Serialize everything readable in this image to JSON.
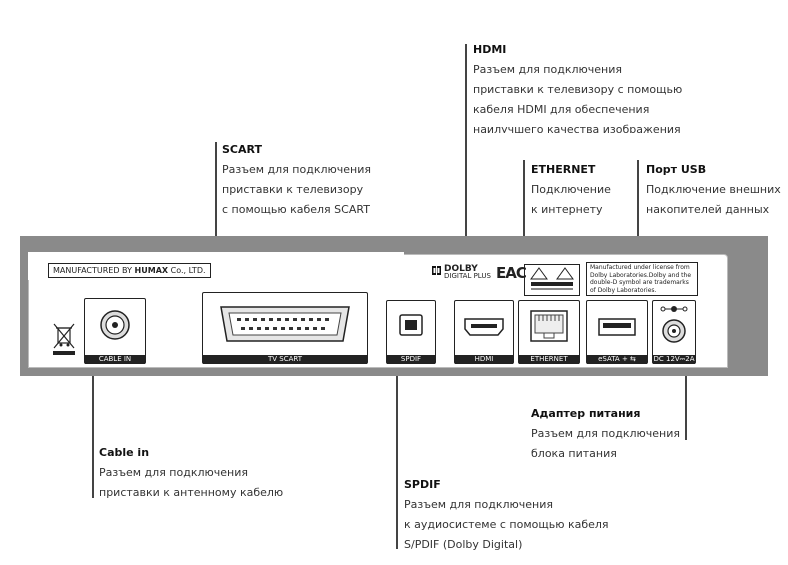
{
  "labels": {
    "hdmi": {
      "title": "HDMI",
      "lines": [
        "Разъем для подключения",
        "приставки к телевизору с помощью",
        "кабеля HDMI для обеспечения",
        "наилучшего качества изображения"
      ]
    },
    "scart": {
      "title": "SCART",
      "lines": [
        "Разъем для подключения",
        "приставки к телевизору",
        "с помощью кабеля SCART"
      ]
    },
    "ethernet": {
      "title": "ETHERNET",
      "lines": [
        "Подключение",
        "к интернету"
      ]
    },
    "usb": {
      "title": "Порт USB",
      "lines": [
        "Подключение внешних",
        "накопителей данных"
      ]
    },
    "power": {
      "title": "Адаптер питания",
      "lines": [
        "Разъем для подключения",
        "блока питания"
      ]
    },
    "cablein": {
      "title": "Cable in",
      "lines": [
        "Разъем для подключения",
        "приставки к антенному кабелю"
      ]
    },
    "spdif": {
      "title": "SPDIF",
      "lines": [
        "Разъем для подключения",
        "к аудиосистеме с помощью кабеля",
        "S/PDIF (Dolby Digital)"
      ]
    }
  },
  "panel": {
    "manufacturer_prefix": "MANUFACTURED BY",
    "brand": "HUMAX",
    "brand_suffix": "Co., LTD.",
    "dolby_main": "DOLBY",
    "dolby_sub": "DIGITAL PLUS",
    "eac": "EAC",
    "license": "Manufactured under license from Dolby Laboratories.Dolby and the double-D symbol are trademarks of Dolby Laboratories."
  },
  "ports": {
    "cable_in": "CABLE IN",
    "tv_scart": "TV SCART",
    "spdif": "SPDIF",
    "hdmi": "HDMI",
    "ethernet": "ETHERNET",
    "esata": "eSATA + ⇆",
    "dc": "DC 12V⎓2A"
  }
}
